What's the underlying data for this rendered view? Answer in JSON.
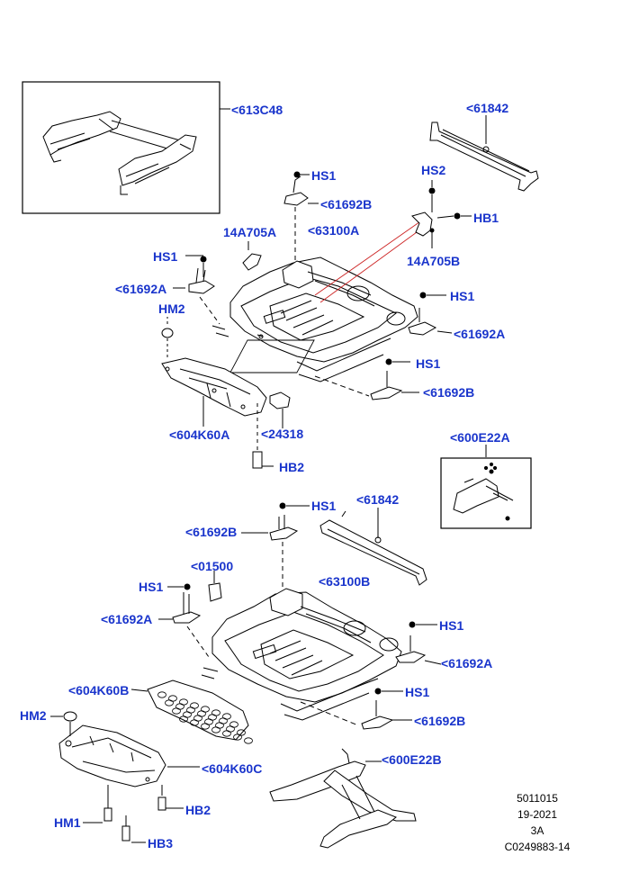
{
  "colors": {
    "callout": "#1a35cc",
    "line": "#000000",
    "part": "#2b2b2b",
    "highlight": "#cc2222"
  },
  "callouts": {
    "c613C48": "<613C48",
    "c61842_top": "<61842",
    "hs1_a": "HS1",
    "hs2": "HS2",
    "c61692B_a": "<61692B",
    "hb1": "HB1",
    "c14A705A": "14A705A",
    "c63100A": "<63100A",
    "c14A705B": "14A705B",
    "hs1_b": "HS1",
    "c61692A_a": "<61692A",
    "hs1_c": "HS1",
    "hm2_a": "HM2",
    "c61692A_b": "<61692A",
    "hs1_d": "HS1",
    "c61692B_b": "<61692B",
    "c604K60A": "<604K60A",
    "c24318": "<24318",
    "c600E22A": "<600E22A",
    "hb2_a": "HB2",
    "hs1_e": "HS1",
    "c61842_bot": "<61842",
    "c61692B_c": "<61692B",
    "c01500": "<01500",
    "c63100B": "<63100B",
    "hs1_f": "HS1",
    "c61692A_c": "<61692A",
    "hs1_g": "HS1",
    "c61692A_d": "<61692A",
    "c604K60B": "<604K60B",
    "hs1_h": "HS1",
    "hm2_b": "HM2",
    "c61692B_d": "<61692B",
    "c604K60C": "<604K60C",
    "c600E22B": "<600E22B",
    "hb2_b": "HB2",
    "hm1": "HM1",
    "hb3": "HB3"
  },
  "reference": {
    "line1": "5011015",
    "line2": "19-2021",
    "line3": "3A",
    "line4": "C0249883-14"
  }
}
